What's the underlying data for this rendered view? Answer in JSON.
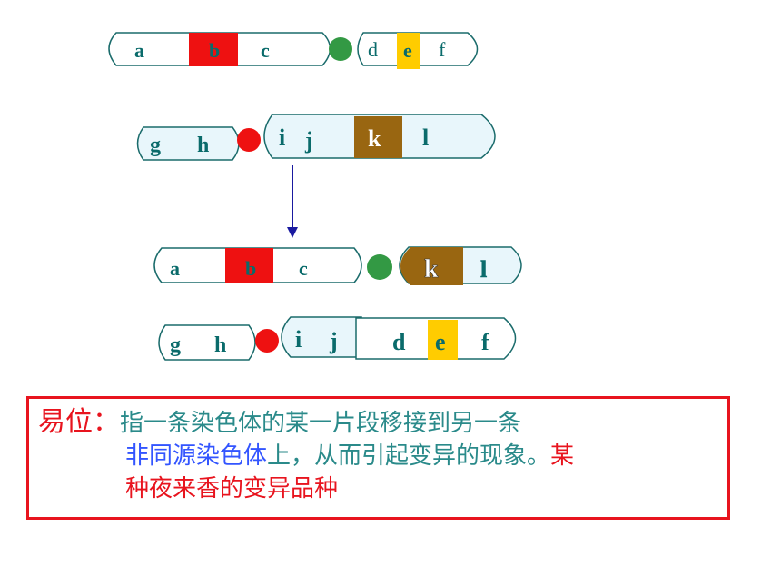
{
  "chromosomes": {
    "original_1": {
      "genes": [
        "a",
        "b",
        "c",
        "d",
        "e",
        "f"
      ]
    },
    "original_2": {
      "genes": [
        "g",
        "h",
        "i",
        "j",
        "k",
        "l"
      ]
    },
    "translocated_1": {
      "genes": [
        "a",
        "b",
        "c",
        "k",
        "l"
      ]
    },
    "translocated_2": {
      "genes": [
        "g",
        "h",
        "i",
        "j",
        "d",
        "e",
        "f"
      ]
    }
  },
  "colors": {
    "outline": "#1a6b6b",
    "label": "#0a6b6b",
    "segment_b": "#ee1111",
    "segment_e": "#ffcc00",
    "segment_k": "#996611",
    "centromere_green": "#339944",
    "centromere_red": "#ee1111",
    "arrow": "#1a1aa0",
    "chromosome_fill": "#e8f6fb"
  },
  "definition": {
    "term": "易位：",
    "line1": "指一条染色体的某一片段移接到另一条",
    "line2_blue": "非同源染色体",
    "line2_rest": "上，从而引起变异的现象。",
    "line2_red": "某",
    "line3_red": "种夜来香的变异品种"
  }
}
